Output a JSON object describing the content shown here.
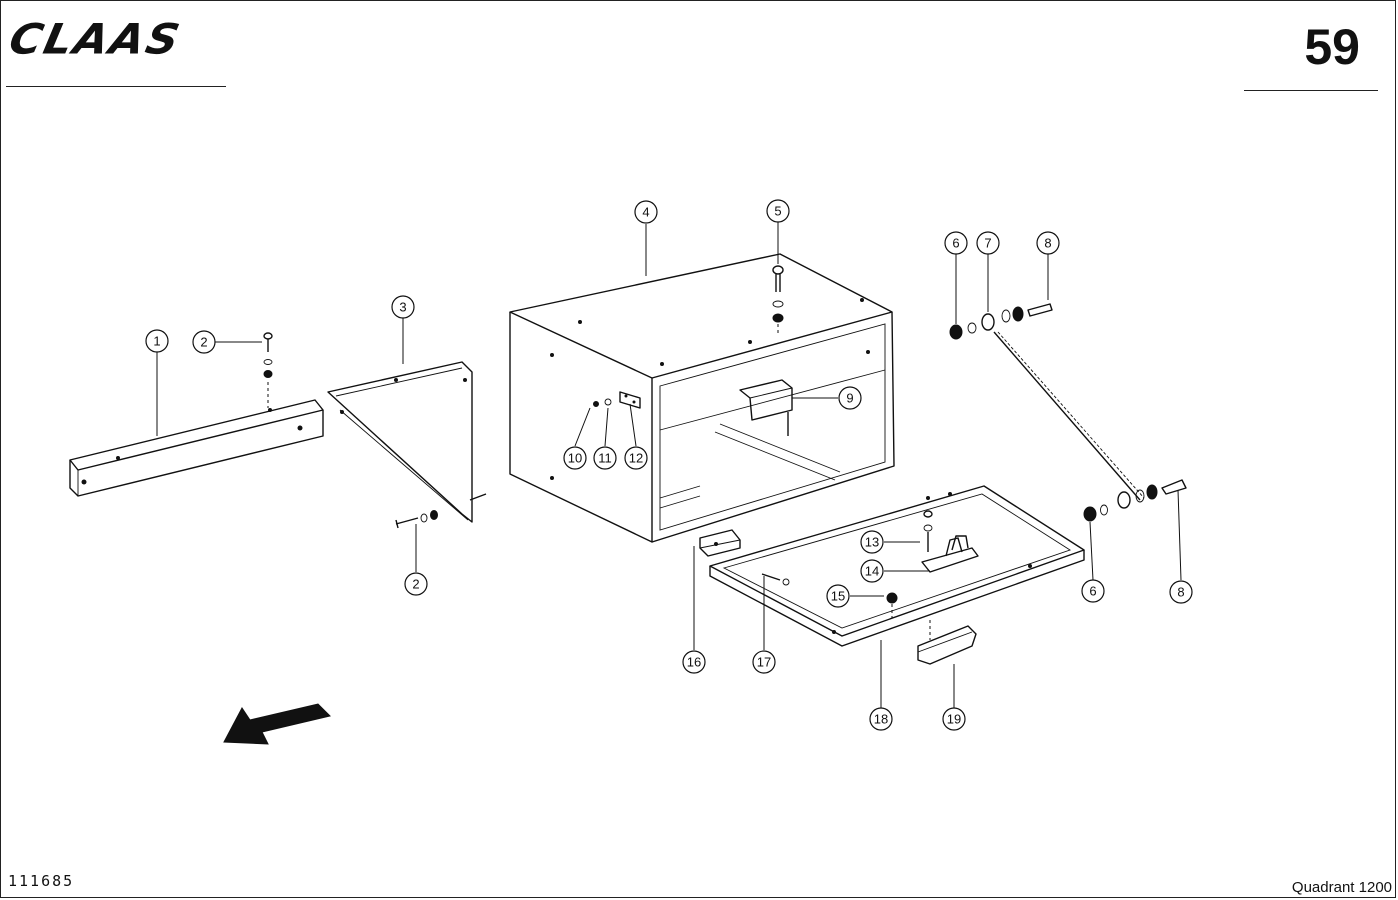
{
  "header": {
    "logo_text": "CLAAS",
    "page_number": "59"
  },
  "footer": {
    "drawing_number": "111685",
    "model": "Quadrant 1200"
  },
  "callouts": [
    {
      "id": "c1",
      "label": "1"
    },
    {
      "id": "c2a",
      "label": "2"
    },
    {
      "id": "c2b",
      "label": "2"
    },
    {
      "id": "c3",
      "label": "3"
    },
    {
      "id": "c4",
      "label": "4"
    },
    {
      "id": "c5",
      "label": "5"
    },
    {
      "id": "c6a",
      "label": "6"
    },
    {
      "id": "c6b",
      "label": "6"
    },
    {
      "id": "c7",
      "label": "7"
    },
    {
      "id": "c8a",
      "label": "8"
    },
    {
      "id": "c8b",
      "label": "8"
    },
    {
      "id": "c9",
      "label": "9"
    },
    {
      "id": "c10",
      "label": "10"
    },
    {
      "id": "c11",
      "label": "11"
    },
    {
      "id": "c12",
      "label": "12"
    },
    {
      "id": "c13",
      "label": "13"
    },
    {
      "id": "c14",
      "label": "14"
    },
    {
      "id": "c15",
      "label": "15"
    },
    {
      "id": "c16",
      "label": "16"
    },
    {
      "id": "c17",
      "label": "17"
    },
    {
      "id": "c18",
      "label": "18"
    },
    {
      "id": "c19",
      "label": "19"
    }
  ]
}
